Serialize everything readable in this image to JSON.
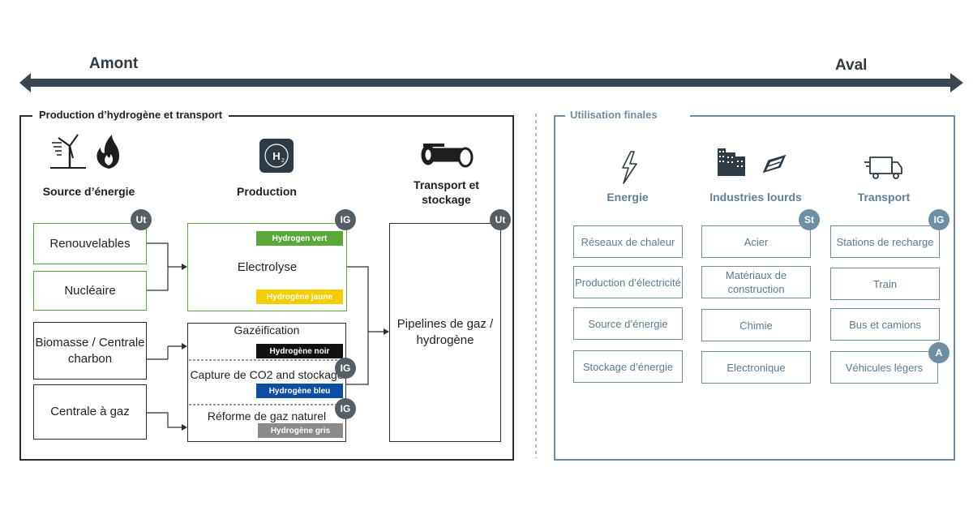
{
  "axis": {
    "left": "Amont",
    "right": "Aval"
  },
  "left_panel": {
    "title": "Production d’hydrogène et transport",
    "headers": {
      "source": "Source d’énergie",
      "production": "Production",
      "transport": "Transport et stockage"
    },
    "sources": [
      "Renouvelables",
      "Nucléaire",
      "Biomasse / Centrale charbon",
      "Centrale à gaz"
    ],
    "production": {
      "electrolyse": "Electrolyse",
      "gazeification": "Gazéification",
      "capture": "Capture de CO2 and stockage",
      "reforme": "Réforme de gaz naturel"
    },
    "tags": {
      "vert": "Hydrogen vert",
      "jaune": "Hydrogène jaune",
      "noir": "Hydrogène noir",
      "bleu": "Hydrogène bleu",
      "gris": "Hydrogène gris"
    },
    "pipeline": "Pipelines de gaz / hydrogène",
    "badges": {
      "source": "Ut",
      "production": "IG",
      "capture": "IG",
      "reforme": "IG",
      "transport": "Ut"
    }
  },
  "right_panel": {
    "title": "Utilisation finales",
    "headers": {
      "energie": "Energie",
      "industries": "Industries lourds",
      "transport": "Transport"
    },
    "energie": [
      "Réseaux de chaleur",
      "Production d’électricité",
      "Source d’énergie",
      "Stockage d’énergie"
    ],
    "industries": [
      "Acier",
      "Matériaux de construction",
      "Chimie",
      "Electronique"
    ],
    "transport": [
      "Stations de recharge",
      "Train",
      "Bus et camions",
      "Véhicules légers"
    ],
    "badges": {
      "industries": "St",
      "transport": "IG",
      "vehicules": "A"
    }
  },
  "icons": [
    "wind-turbine-icon",
    "flame-icon",
    "h2-icon",
    "pipe-icon",
    "lightning-icon",
    "factory-icon",
    "steel-beam-icon",
    "truck-icon"
  ],
  "colors": {
    "vert": "#5aa83a",
    "jaune": "#f5cc00",
    "noir": "#111111",
    "bleu": "#0b4ea2",
    "gris": "#8a8a8a",
    "dark": "#2b2f33",
    "steel": "#6e8ea3"
  }
}
